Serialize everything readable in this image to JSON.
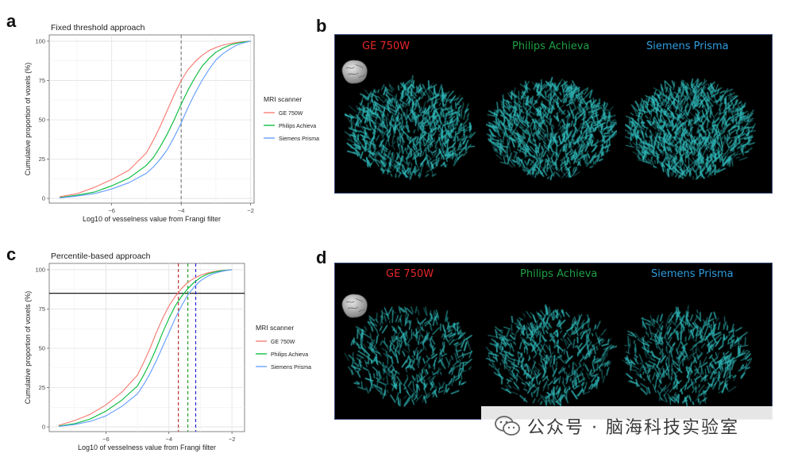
{
  "panels": {
    "a": "a",
    "b": "b",
    "c": "c",
    "d": "d"
  },
  "chart_data": [
    {
      "id": "a",
      "type": "line",
      "title": "Fixed threshold approach",
      "xlabel": "Log10 of vesselness value from Frangi filter",
      "ylabel": "Cumulative proportion of voxels (%)",
      "xlim": [
        -7.8,
        -1.9
      ],
      "ylim": [
        -3,
        104
      ],
      "xticks": [
        -6,
        -4,
        -2
      ],
      "xtick_labels": [
        "−6",
        "−4",
        "−2"
      ],
      "yticks": [
        0,
        25,
        50,
        75,
        100
      ],
      "ytick_labels": [
        "0",
        "25",
        "50",
        "75",
        "100"
      ],
      "grid": true,
      "legend": {
        "title": "MRI scanner",
        "placement": "right"
      },
      "vlines": [
        {
          "x": -4,
          "style": "dashed",
          "color": "#777777"
        }
      ],
      "hlines": [],
      "series": [
        {
          "name": "GE 750W",
          "color": "#f8766d",
          "x": [
            -7.5,
            -7.0,
            -6.5,
            -6.0,
            -5.5,
            -5.0,
            -4.8,
            -4.6,
            -4.4,
            -4.2,
            -4.0,
            -3.8,
            -3.6,
            -3.4,
            -3.2,
            -3.0,
            -2.8,
            -2.6,
            -2.4,
            -2.2,
            -2.0
          ],
          "y": [
            1,
            3,
            7,
            12,
            18,
            29,
            37,
            46,
            56,
            66,
            75,
            82,
            87,
            91,
            94,
            96,
            97.5,
            98.5,
            99.2,
            99.7,
            100
          ]
        },
        {
          "name": "Philips Achieva",
          "color": "#00ba38",
          "x": [
            -7.5,
            -7.0,
            -6.5,
            -6.0,
            -5.5,
            -5.0,
            -4.8,
            -4.6,
            -4.4,
            -4.2,
            -4.0,
            -3.8,
            -3.6,
            -3.4,
            -3.2,
            -3.0,
            -2.8,
            -2.6,
            -2.4,
            -2.2,
            -2.0
          ],
          "y": [
            0.5,
            2,
            4,
            8,
            13,
            21,
            26,
            33,
            41,
            50,
            60,
            69,
            77,
            84,
            89,
            93,
            95.5,
            97.5,
            98.7,
            99.5,
            100
          ]
        },
        {
          "name": "Siemens Prisma",
          "color": "#619cff",
          "x": [
            -7.5,
            -7.0,
            -6.5,
            -6.0,
            -5.5,
            -5.0,
            -4.8,
            -4.6,
            -4.4,
            -4.2,
            -4.0,
            -3.8,
            -3.6,
            -3.4,
            -3.2,
            -3.0,
            -2.8,
            -2.6,
            -2.4,
            -2.2,
            -2.0
          ],
          "y": [
            0.3,
            1.5,
            3,
            6,
            10,
            16,
            20,
            25,
            31,
            39,
            48,
            58,
            67,
            75,
            82,
            88,
            92,
            95,
            97.5,
            99,
            100
          ]
        }
      ]
    },
    {
      "id": "c",
      "type": "line",
      "title": "Percentile-based approach",
      "xlabel": "Log10 of vesselness value from Frangi filter",
      "ylabel": "Cumulative proportion of voxels (%)",
      "xlim": [
        -7.8,
        -1.6
      ],
      "ylim": [
        -3,
        104
      ],
      "xticks": [
        -6,
        -4,
        -2
      ],
      "xtick_labels": [
        "−6",
        "−4",
        "−2"
      ],
      "yticks": [
        0,
        25,
        50,
        75,
        100
      ],
      "ytick_labels": [
        "0",
        "25",
        "50",
        "75",
        "100"
      ],
      "grid": true,
      "legend": {
        "title": "MRI scanner",
        "placement": "right"
      },
      "hlines": [
        {
          "y": 85,
          "style": "solid",
          "color": "#000000"
        }
      ],
      "vlines": [
        {
          "x": -3.7,
          "style": "dashed",
          "color": "#b22222"
        },
        {
          "x": -3.4,
          "style": "dashed",
          "color": "#1a9a1a"
        },
        {
          "x": -3.15,
          "style": "dashed",
          "color": "#1a1ad6"
        }
      ],
      "series": [
        {
          "name": "GE 750W",
          "color": "#f8766d",
          "x": [
            -7.5,
            -7.0,
            -6.5,
            -6.0,
            -5.5,
            -5.0,
            -4.8,
            -4.6,
            -4.4,
            -4.2,
            -4.0,
            -3.8,
            -3.6,
            -3.4,
            -3.2,
            -3.0,
            -2.8,
            -2.6,
            -2.4,
            -2.2,
            -2.0
          ],
          "y": [
            1,
            4,
            8,
            14,
            22,
            33,
            41,
            50,
            60,
            69,
            77,
            83,
            88,
            92,
            94.5,
            96.5,
            97.8,
            98.7,
            99.3,
            99.7,
            100
          ]
        },
        {
          "name": "Philips Achieva",
          "color": "#00ba38",
          "x": [
            -7.5,
            -7.0,
            -6.5,
            -6.0,
            -5.5,
            -5.0,
            -4.8,
            -4.6,
            -4.4,
            -4.2,
            -4.0,
            -3.8,
            -3.6,
            -3.4,
            -3.2,
            -3.0,
            -2.8,
            -2.6,
            -2.4,
            -2.2,
            -2.0
          ],
          "y": [
            0.5,
            2,
            5,
            10,
            17,
            26,
            33,
            41,
            50,
            60,
            69,
            77,
            83,
            88,
            92,
            95,
            97,
            98.3,
            99.1,
            99.6,
            100
          ]
        },
        {
          "name": "Siemens Prisma",
          "color": "#619cff",
          "x": [
            -7.5,
            -7.0,
            -6.5,
            -6.0,
            -5.5,
            -5.0,
            -4.8,
            -4.6,
            -4.4,
            -4.2,
            -4.0,
            -3.8,
            -3.6,
            -3.4,
            -3.2,
            -3.0,
            -2.8,
            -2.6,
            -2.4,
            -2.2,
            -2.0
          ],
          "y": [
            0.3,
            1.5,
            3.5,
            7,
            13,
            21,
            27,
            34,
            42,
            51,
            60,
            69,
            77,
            84,
            89,
            93,
            95.5,
            97.4,
            98.6,
            99.4,
            100
          ]
        }
      ]
    }
  ],
  "image_panels": [
    {
      "id": "b",
      "labels": [
        {
          "text": "GE 750W",
          "color": "#e8262b"
        },
        {
          "text": "Philips Achieva",
          "color": "#1fa046"
        },
        {
          "text": "Siemens Prisma",
          "color": "#2f9de0"
        }
      ]
    },
    {
      "id": "d",
      "labels": [
        {
          "text": "GE 750W",
          "color": "#e8262b"
        },
        {
          "text": "Philips Achieva",
          "color": "#1fa046"
        },
        {
          "text": "Siemens Prisma",
          "color": "#2f9de0"
        }
      ]
    }
  ],
  "watermark": {
    "text": "公众号 · 脑海科技实验室",
    "icon": "wechat-icon"
  },
  "colors": {
    "vessel": "#2fb7b8",
    "panel_bg": "#000000"
  }
}
